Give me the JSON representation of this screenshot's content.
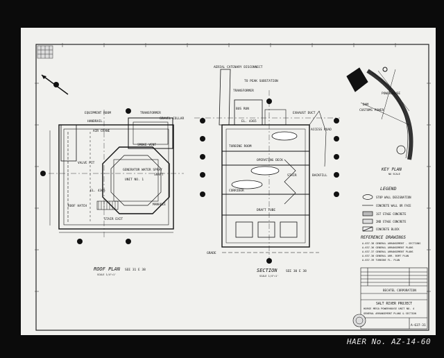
{
  "document": {
    "kind": "engineering drawing (photographed)",
    "background": "#0b0b0b",
    "paper": "#f1f1ee",
    "ink": "#111111"
  },
  "views": {
    "roof_plan": {
      "title": "ROOF PLAN",
      "scale": "SCALE 1/4\"=1'",
      "section_marker": "SEE 31 E 38",
      "labels": [
        "EQUIPMENT ROOM",
        "HANDRAIL",
        "TRANSFORMER",
        "GRAVEL COLLAR",
        "AIR CRANE",
        "VALVE PIT",
        "GENERATOR WATER SPRAY",
        "SHAFT",
        "UNIT NO. 1",
        "EL. 4365",
        "ROOF HATCH",
        "STAIR EXIT",
        "MANHOLE",
        "SMOKE VENT"
      ]
    },
    "section": {
      "title": "SECTION",
      "scale": "SCALE 1/4\"=1'",
      "section_marker": "SEE 30 E 38",
      "labels": [
        "AERIAL CATENARY DISCONNECT",
        "TO PEAK SUBSTATION",
        "TRANSFORMER",
        "BUS RUN",
        "EL. 4365",
        "EXHAUST DUCT",
        "TURBINE ROOM",
        "OPERATING DECK",
        "STAIR",
        "CORRIDOR",
        "DRAFT TUBE",
        "GRADE",
        "BACKFILL",
        "ACCESS ROAD"
      ]
    },
    "key_plan": {
      "title": "KEY PLAN",
      "scale": "NO SCALE",
      "labels": [
        "POWERHOUSE",
        "DAM",
        "CUSTOMS POWER"
      ]
    }
  },
  "legend": {
    "title": "LEGEND",
    "items": [
      "STOP WALL DESIGNATION",
      "CONCRETE WALL OR FACE",
      "1ST STAGE CONCRETE",
      "2ND STAGE CONCRETE",
      "CONCRETE BLOCK"
    ]
  },
  "reference_drawings": {
    "title": "REFERENCE DRAWINGS",
    "items": [
      "A-637-38  GENERAL ARRANGEMENT - SECTIONS",
      "A-637-36  GENERAL ARRANGEMENT PLANS",
      "A-637-37  GENERAL ARRANGEMENT PLANS",
      "A-637-30  GENERAL ARR. BSMT PLAN",
      "A-637-39  TURBINE FL. PLAN"
    ]
  },
  "title_block": {
    "company": "BECHTEL CORPORATION",
    "project": "SALT RIVER PROJECT",
    "subtitle": "HORSE MESA POWERHOUSE UNIT NO. 4",
    "drawing_title": "GENERAL ARRANGEMENT PLANS & SECTION",
    "sheet_number": "A-637-31"
  },
  "survey_stamp": "HAER No. AZ-14-60"
}
